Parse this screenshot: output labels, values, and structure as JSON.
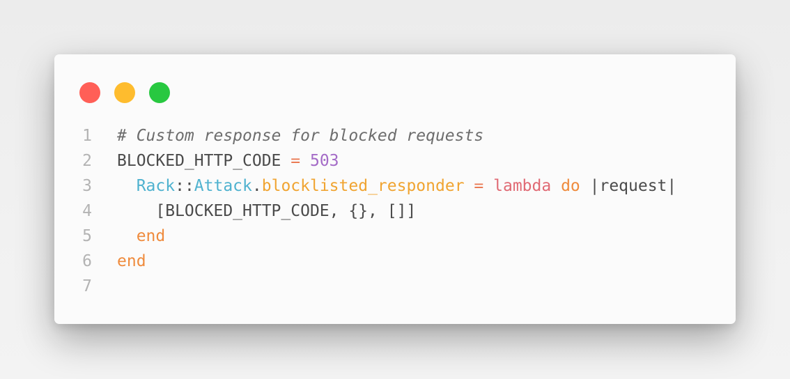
{
  "window": {
    "controls": [
      {
        "name": "close",
        "color": "#ff5f57"
      },
      {
        "name": "minimize",
        "color": "#febc2e"
      },
      {
        "name": "zoom",
        "color": "#28c840"
      }
    ]
  },
  "code": {
    "lines": [
      {
        "number": "1",
        "indent": "",
        "tokens": [
          {
            "text": "# Custom response for blocked requests",
            "type": "comment"
          }
        ]
      },
      {
        "number": "2",
        "indent": "",
        "tokens": [
          {
            "text": "BLOCKED_HTTP_CODE ",
            "type": "plain"
          },
          {
            "text": "=",
            "type": "operator"
          },
          {
            "text": " ",
            "type": "plain"
          },
          {
            "text": "503",
            "type": "number"
          }
        ]
      },
      {
        "number": "3",
        "indent": "  ",
        "tokens": [
          {
            "text": "Rack",
            "type": "constant"
          },
          {
            "text": "::",
            "type": "plain"
          },
          {
            "text": "Attack",
            "type": "constant"
          },
          {
            "text": ".",
            "type": "plain"
          },
          {
            "text": "blocklisted_responder",
            "type": "method"
          },
          {
            "text": " ",
            "type": "plain"
          },
          {
            "text": "=",
            "type": "operator"
          },
          {
            "text": " ",
            "type": "plain"
          },
          {
            "text": "lambda",
            "type": "lambda"
          },
          {
            "text": " ",
            "type": "plain"
          },
          {
            "text": "do",
            "type": "keyword"
          },
          {
            "text": " |request|",
            "type": "plain"
          }
        ]
      },
      {
        "number": "4",
        "indent": "    ",
        "tokens": [
          {
            "text": "[BLOCKED_HTTP_CODE, {}, []]",
            "type": "plain"
          }
        ]
      },
      {
        "number": "5",
        "indent": "  ",
        "tokens": [
          {
            "text": "end",
            "type": "keyword"
          }
        ]
      },
      {
        "number": "6",
        "indent": "",
        "tokens": [
          {
            "text": "end",
            "type": "keyword"
          }
        ]
      },
      {
        "number": "7",
        "indent": "",
        "tokens": []
      }
    ]
  }
}
